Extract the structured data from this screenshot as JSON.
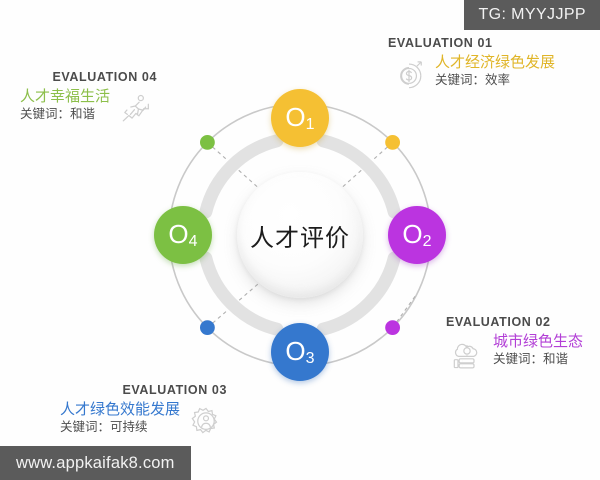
{
  "page": {
    "background_color": "#fefefe",
    "center_label": "人才评价"
  },
  "watermarks": {
    "top_right": "TG: MYYJJPP",
    "bottom_left": "www.appkaifak8.com",
    "box_color": "#5b5b5b"
  },
  "diagram": {
    "outer_ring_color": "#c9c9c9",
    "arc_segment_color": "#e2e2e2",
    "connector_line_color": "#b3b3b3",
    "nodes": [
      {
        "id": "node-1",
        "number_main": "O",
        "number_sub": "1",
        "color": "#f5c033",
        "position": "top"
      },
      {
        "id": "node-2",
        "number_main": "O",
        "number_sub": "2",
        "color": "#bb34e0",
        "position": "right"
      },
      {
        "id": "node-3",
        "number_main": "O",
        "number_sub": "3",
        "color": "#3578ce",
        "position": "bottom"
      },
      {
        "id": "node-4",
        "number_main": "O",
        "number_sub": "4",
        "color": "#7cc043",
        "position": "left"
      }
    ]
  },
  "labels": [
    {
      "id": "label-01",
      "eval": "EVALUATION  01",
      "title": "人才经济绿色发展",
      "keyword": "关键词：效率",
      "title_color": "#e0b528",
      "dot_color": "#f5c033",
      "icon": "dollar-circle-icon"
    },
    {
      "id": "label-02",
      "eval": "EVALUATION  02",
      "title": "城市绿色生态",
      "keyword": "关键词：和谐",
      "title_color": "#b23fd6",
      "dot_color": "#bb34e0",
      "icon": "cloud-server-icon"
    },
    {
      "id": "label-03",
      "eval": "EVALUATION  03",
      "title": "人才绿色效能发展",
      "keyword": "关键词：可持续",
      "title_color": "#3578ce",
      "dot_color": "#3578ce",
      "icon": "gear-person-icon"
    },
    {
      "id": "label-04",
      "eval": "EVALUATION  04",
      "title": "人才幸福生活",
      "keyword": "关键词：和谐",
      "title_color": "#8cbf4a",
      "dot_color": "#7cc043",
      "icon": "runner-growth-icon"
    }
  ]
}
